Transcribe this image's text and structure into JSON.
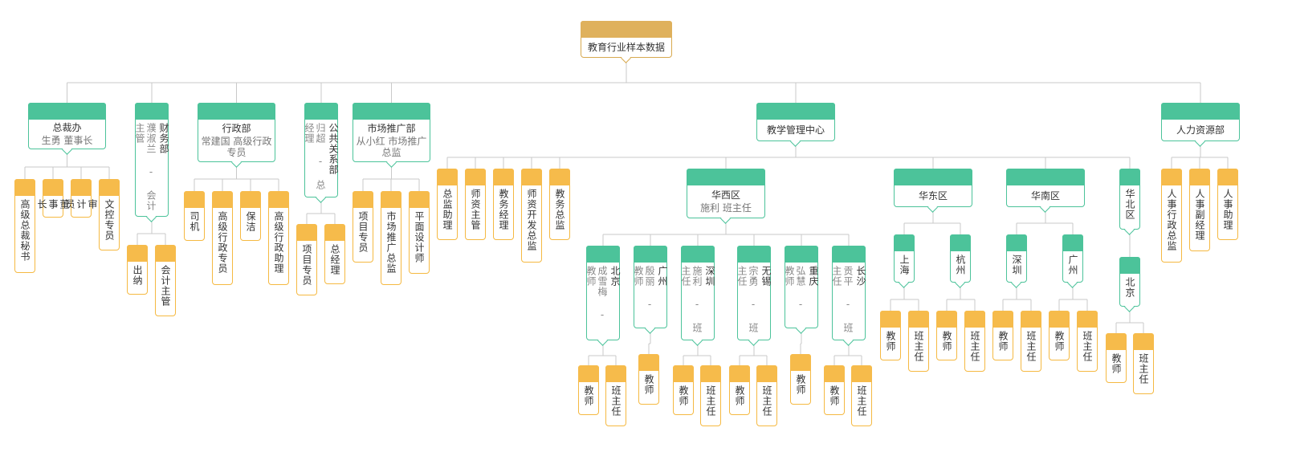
{
  "colors": {
    "primary": "#4cc39a",
    "leaf": "#f6bb4b",
    "root": "#dfb15c",
    "line": "#c9c9c9"
  },
  "nodes": [
    {
      "name": "教育行业样本数据",
      "sub": "",
      "c": "gold"
    },
    {
      "name": "总裁办",
      "sub": "生勇 董事长",
      "c": "g"
    },
    {
      "name": "高级总裁秘书",
      "sub": "",
      "c": "o"
    },
    {
      "name": "董事长",
      "sub": "",
      "c": "o"
    },
    {
      "name": "审计员",
      "sub": "",
      "c": "o"
    },
    {
      "name": "文控专员",
      "sub": "",
      "c": "o"
    },
    {
      "name": "财务部",
      "sub": "濮淑兰 - 会计主管",
      "c": "g"
    },
    {
      "name": "出纳",
      "sub": "",
      "c": "o"
    },
    {
      "name": "会计主管",
      "sub": "",
      "c": "o"
    },
    {
      "name": "行政部",
      "sub": "常建国 高级行政专员",
      "c": "g"
    },
    {
      "name": "司机",
      "sub": "",
      "c": "o"
    },
    {
      "name": "高级行政专员",
      "sub": "",
      "c": "o"
    },
    {
      "name": "保洁",
      "sub": "",
      "c": "o"
    },
    {
      "name": "高级行政助理",
      "sub": "",
      "c": "o"
    },
    {
      "name": "公共关系部",
      "sub": "归超 - 总经理",
      "c": "g"
    },
    {
      "name": "项目专员",
      "sub": "",
      "c": "o"
    },
    {
      "name": "总经理",
      "sub": "",
      "c": "o"
    },
    {
      "name": "市场推广部",
      "sub": "从小红 市场推广总监",
      "c": "g"
    },
    {
      "name": "项目专员",
      "sub": "",
      "c": "o"
    },
    {
      "name": "市场推广总监",
      "sub": "",
      "c": "o"
    },
    {
      "name": "平面设计师",
      "sub": "",
      "c": "o"
    },
    {
      "name": "教学管理中心",
      "sub": "",
      "c": "g"
    },
    {
      "name": "总监助理",
      "sub": "",
      "c": "o"
    },
    {
      "name": "师资主管",
      "sub": "",
      "c": "o"
    },
    {
      "name": "教务经理",
      "sub": "",
      "c": "o"
    },
    {
      "name": "师资开发总监",
      "sub": "",
      "c": "o"
    },
    {
      "name": "教务总监",
      "sub": "",
      "c": "o"
    },
    {
      "name": "华西区",
      "sub": "施利 班主任",
      "c": "g"
    },
    {
      "name": "北京",
      "sub": "成雪梅 - 教师",
      "c": "g"
    },
    {
      "name": "教师",
      "sub": "",
      "c": "o"
    },
    {
      "name": "班主任",
      "sub": "",
      "c": "o"
    },
    {
      "name": "广州",
      "sub": "殷丽 - 教师",
      "c": "g"
    },
    {
      "name": "教师",
      "sub": "",
      "c": "o"
    },
    {
      "name": "深圳",
      "sub": "施利 - 班主任",
      "c": "g"
    },
    {
      "name": "教师",
      "sub": "",
      "c": "o"
    },
    {
      "name": "班主任",
      "sub": "",
      "c": "o"
    },
    {
      "name": "无锡",
      "sub": "宗勇 - 班主任",
      "c": "g"
    },
    {
      "name": "教师",
      "sub": "",
      "c": "o"
    },
    {
      "name": "班主任",
      "sub": "",
      "c": "o"
    },
    {
      "name": "重庆",
      "sub": "弘慧 - 教师",
      "c": "g"
    },
    {
      "name": "教师",
      "sub": "",
      "c": "o"
    },
    {
      "name": "长沙",
      "sub": "贡平 - 班主任",
      "c": "g"
    },
    {
      "name": "教师",
      "sub": "",
      "c": "o"
    },
    {
      "name": "班主任",
      "sub": "",
      "c": "o"
    },
    {
      "name": "华东区",
      "sub": "",
      "c": "g"
    },
    {
      "name": "上海",
      "sub": "",
      "c": "g"
    },
    {
      "name": "教师",
      "sub": "",
      "c": "o"
    },
    {
      "name": "班主任",
      "sub": "",
      "c": "o"
    },
    {
      "name": "杭州",
      "sub": "",
      "c": "g"
    },
    {
      "name": "教师",
      "sub": "",
      "c": "o"
    },
    {
      "name": "班主任",
      "sub": "",
      "c": "o"
    },
    {
      "name": "华南区",
      "sub": "",
      "c": "g"
    },
    {
      "name": "深圳",
      "sub": "",
      "c": "g"
    },
    {
      "name": "教师",
      "sub": "",
      "c": "o"
    },
    {
      "name": "班主任",
      "sub": "",
      "c": "o"
    },
    {
      "name": "广州",
      "sub": "",
      "c": "g"
    },
    {
      "name": "教师",
      "sub": "",
      "c": "o"
    },
    {
      "name": "班主任",
      "sub": "",
      "c": "o"
    },
    {
      "name": "华北区",
      "sub": "",
      "c": "g"
    },
    {
      "name": "北京",
      "sub": "",
      "c": "g"
    },
    {
      "name": "教师",
      "sub": "",
      "c": "o"
    },
    {
      "name": "班主任",
      "sub": "",
      "c": "o"
    },
    {
      "name": "人力资源部",
      "sub": "",
      "c": "g"
    },
    {
      "name": "人事行政总监",
      "sub": "",
      "c": "o"
    },
    {
      "name": "人事副经理",
      "sub": "",
      "c": "o"
    },
    {
      "name": "人事助理",
      "sub": "",
      "c": "o"
    }
  ],
  "edges": [
    [
      0,
      1
    ],
    [
      0,
      6
    ],
    [
      0,
      9
    ],
    [
      0,
      14
    ],
    [
      0,
      17
    ],
    [
      0,
      21
    ],
    [
      0,
      62
    ],
    [
      1,
      2
    ],
    [
      1,
      3
    ],
    [
      1,
      4
    ],
    [
      1,
      5
    ],
    [
      6,
      7
    ],
    [
      6,
      8
    ],
    [
      9,
      10
    ],
    [
      9,
      11
    ],
    [
      9,
      12
    ],
    [
      9,
      13
    ],
    [
      14,
      15
    ],
    [
      14,
      16
    ],
    [
      17,
      18
    ],
    [
      17,
      19
    ],
    [
      17,
      20
    ],
    [
      21,
      22
    ],
    [
      21,
      23
    ],
    [
      21,
      24
    ],
    [
      21,
      25
    ],
    [
      21,
      26
    ],
    [
      21,
      27
    ],
    [
      21,
      44
    ],
    [
      21,
      51
    ],
    [
      21,
      58
    ],
    [
      27,
      28
    ],
    [
      27,
      31
    ],
    [
      27,
      33
    ],
    [
      27,
      36
    ],
    [
      27,
      39
    ],
    [
      27,
      41
    ],
    [
      28,
      29
    ],
    [
      28,
      30
    ],
    [
      31,
      32
    ],
    [
      33,
      34
    ],
    [
      33,
      35
    ],
    [
      36,
      37
    ],
    [
      36,
      38
    ],
    [
      39,
      40
    ],
    [
      41,
      42
    ],
    [
      41,
      43
    ],
    [
      44,
      45
    ],
    [
      44,
      48
    ],
    [
      45,
      46
    ],
    [
      45,
      47
    ],
    [
      48,
      49
    ],
    [
      48,
      50
    ],
    [
      51,
      52
    ],
    [
      51,
      55
    ],
    [
      52,
      53
    ],
    [
      52,
      54
    ],
    [
      55,
      56
    ],
    [
      55,
      57
    ],
    [
      58,
      59
    ],
    [
      59,
      60
    ],
    [
      59,
      61
    ],
    [
      62,
      63
    ],
    [
      62,
      64
    ],
    [
      62,
      65
    ]
  ]
}
